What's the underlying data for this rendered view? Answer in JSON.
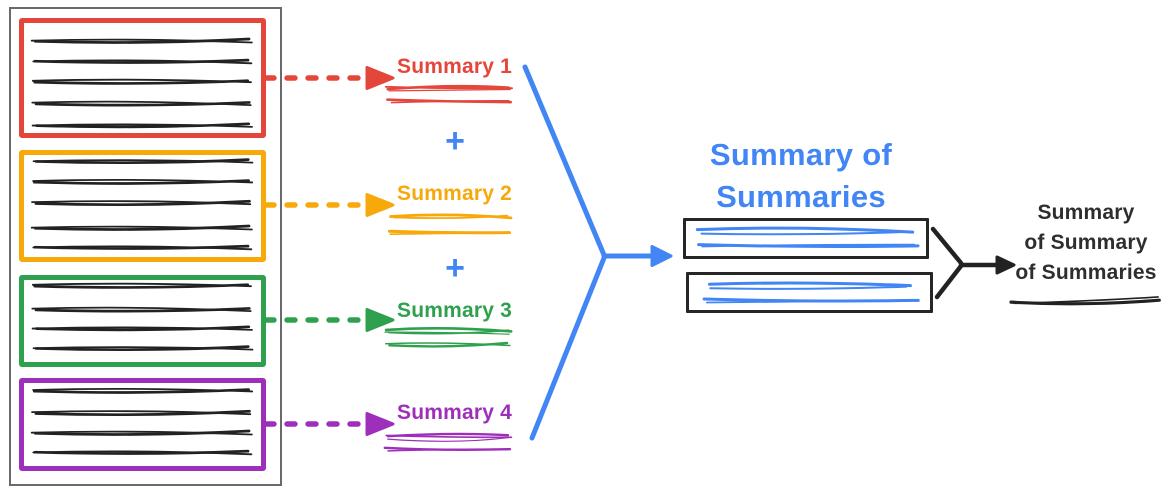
{
  "palette": {
    "red": "#E5463C",
    "orange": "#F7A80A",
    "green": "#2FA04E",
    "purple": "#9E2FBA",
    "blue": "#4285F4",
    "ink": "#222222",
    "text_dark": "#2E2E2E",
    "frame_gray": "#6A6A6A"
  },
  "diagram": {
    "documents": [
      {
        "name": "document-1",
        "color": "red",
        "text_lines": 5
      },
      {
        "name": "document-2",
        "color": "orange",
        "text_lines": 5
      },
      {
        "name": "document-3",
        "color": "green",
        "text_lines": 4
      },
      {
        "name": "document-4",
        "color": "purple",
        "text_lines": 4
      }
    ],
    "summaries": [
      {
        "label": "Summary 1",
        "color": "red"
      },
      {
        "label": "Summary 2",
        "color": "orange"
      },
      {
        "label": "Summary 3",
        "color": "green"
      },
      {
        "label": "Summary 4",
        "color": "purple"
      }
    ],
    "plus_sign": "+",
    "merge_title": {
      "line1": "Summary of",
      "line2": "Summaries"
    },
    "merge_boxes": 2,
    "final_summary": {
      "line1": "Summary",
      "line2": "of Summary",
      "line3": "of Summaries"
    }
  }
}
